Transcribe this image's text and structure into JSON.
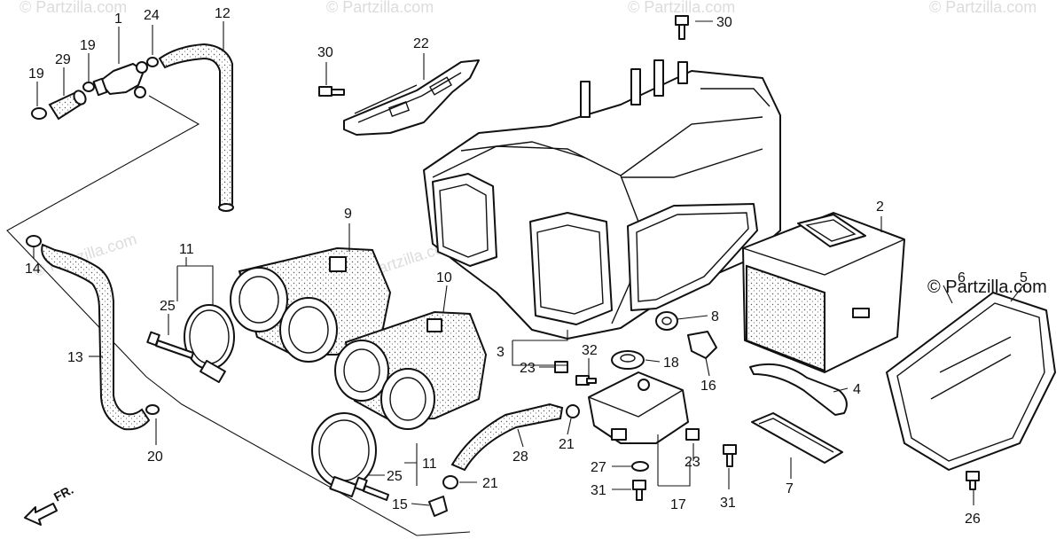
{
  "watermarks": [
    "© Partzilla.com",
    "© Partzilla.com",
    "© Partzilla.com",
    "© Partzilla.com",
    "© Partzilla.com",
    "© Partzilla.com"
  ],
  "brand": "© Partzilla.com",
  "front_marker": "FR.",
  "callouts": {
    "c1": "1",
    "c2": "2",
    "c3": "3",
    "c4": "4",
    "c5": "5",
    "c6": "6",
    "c7": "7",
    "c8": "8",
    "c9": "9",
    "c10": "10",
    "c11a": "11",
    "c11b": "11",
    "c12": "12",
    "c13": "13",
    "c14": "14",
    "c15": "15",
    "c16": "16",
    "c17": "17",
    "c18": "18",
    "c19a": "19",
    "c19b": "19",
    "c20": "20",
    "c21a": "21",
    "c21b": "21",
    "c22": "22",
    "c23a": "23",
    "c23b": "23",
    "c24": "24",
    "c25a": "25",
    "c25b": "25",
    "c26": "26",
    "c27": "27",
    "c28": "28",
    "c29": "29",
    "c30a": "30",
    "c30b": "30",
    "c31a": "31",
    "c31b": "31",
    "c32": "32"
  }
}
